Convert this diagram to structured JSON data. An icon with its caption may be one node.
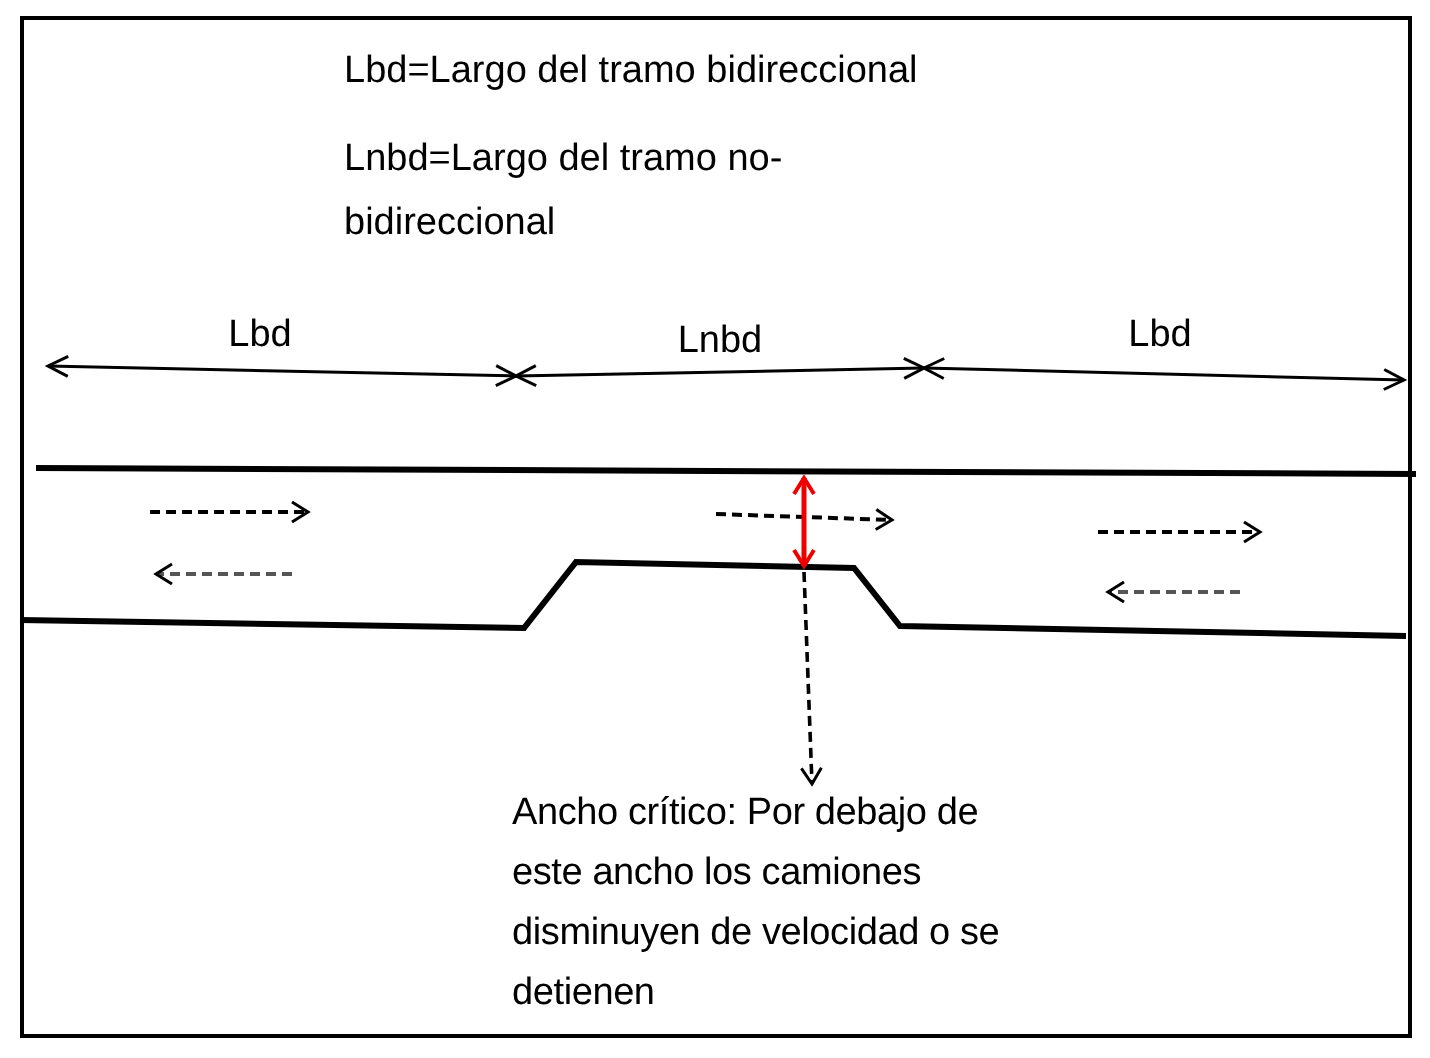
{
  "diagram": {
    "nodes": [
      {
        "text": [],
        "shape": "arrow"
      },
      {
        "text": [
          "Ancho crítico: Por debajo de este ancho los camiones disminuyen de velocidad o se detienen"
        ]
      }
    ],
    "edges": [
      {
        "from": 0,
        "to": 1,
        "arrow": "to",
        "style": "dashed"
      }
    ],
    "labels": [
      "Lbd=Largo del tramo bidireccional",
      "Lnbd=Largo del tramo no-bidireccional",
      "Lbd",
      "Lnbd",
      "Lbd"
    ]
  }
}
